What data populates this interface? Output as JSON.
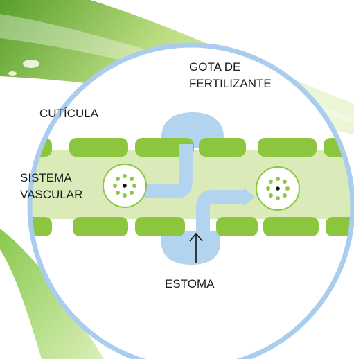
{
  "labels": {
    "drop": [
      "GOTA DE",
      "FERTILIZANTE"
    ],
    "cuticle": "CUTÍCULA",
    "vascular": [
      "SISTEMA",
      "VASCULAR"
    ],
    "stoma": "ESTOMA"
  },
  "colors": {
    "circle_ring": "#a9cdee",
    "leaf_band": "#dbeab9",
    "cells": "#8cc63f",
    "fertilizer": "#b3d4ef",
    "vascular_bundle": "#8cc63f",
    "arrow": "#111111"
  }
}
